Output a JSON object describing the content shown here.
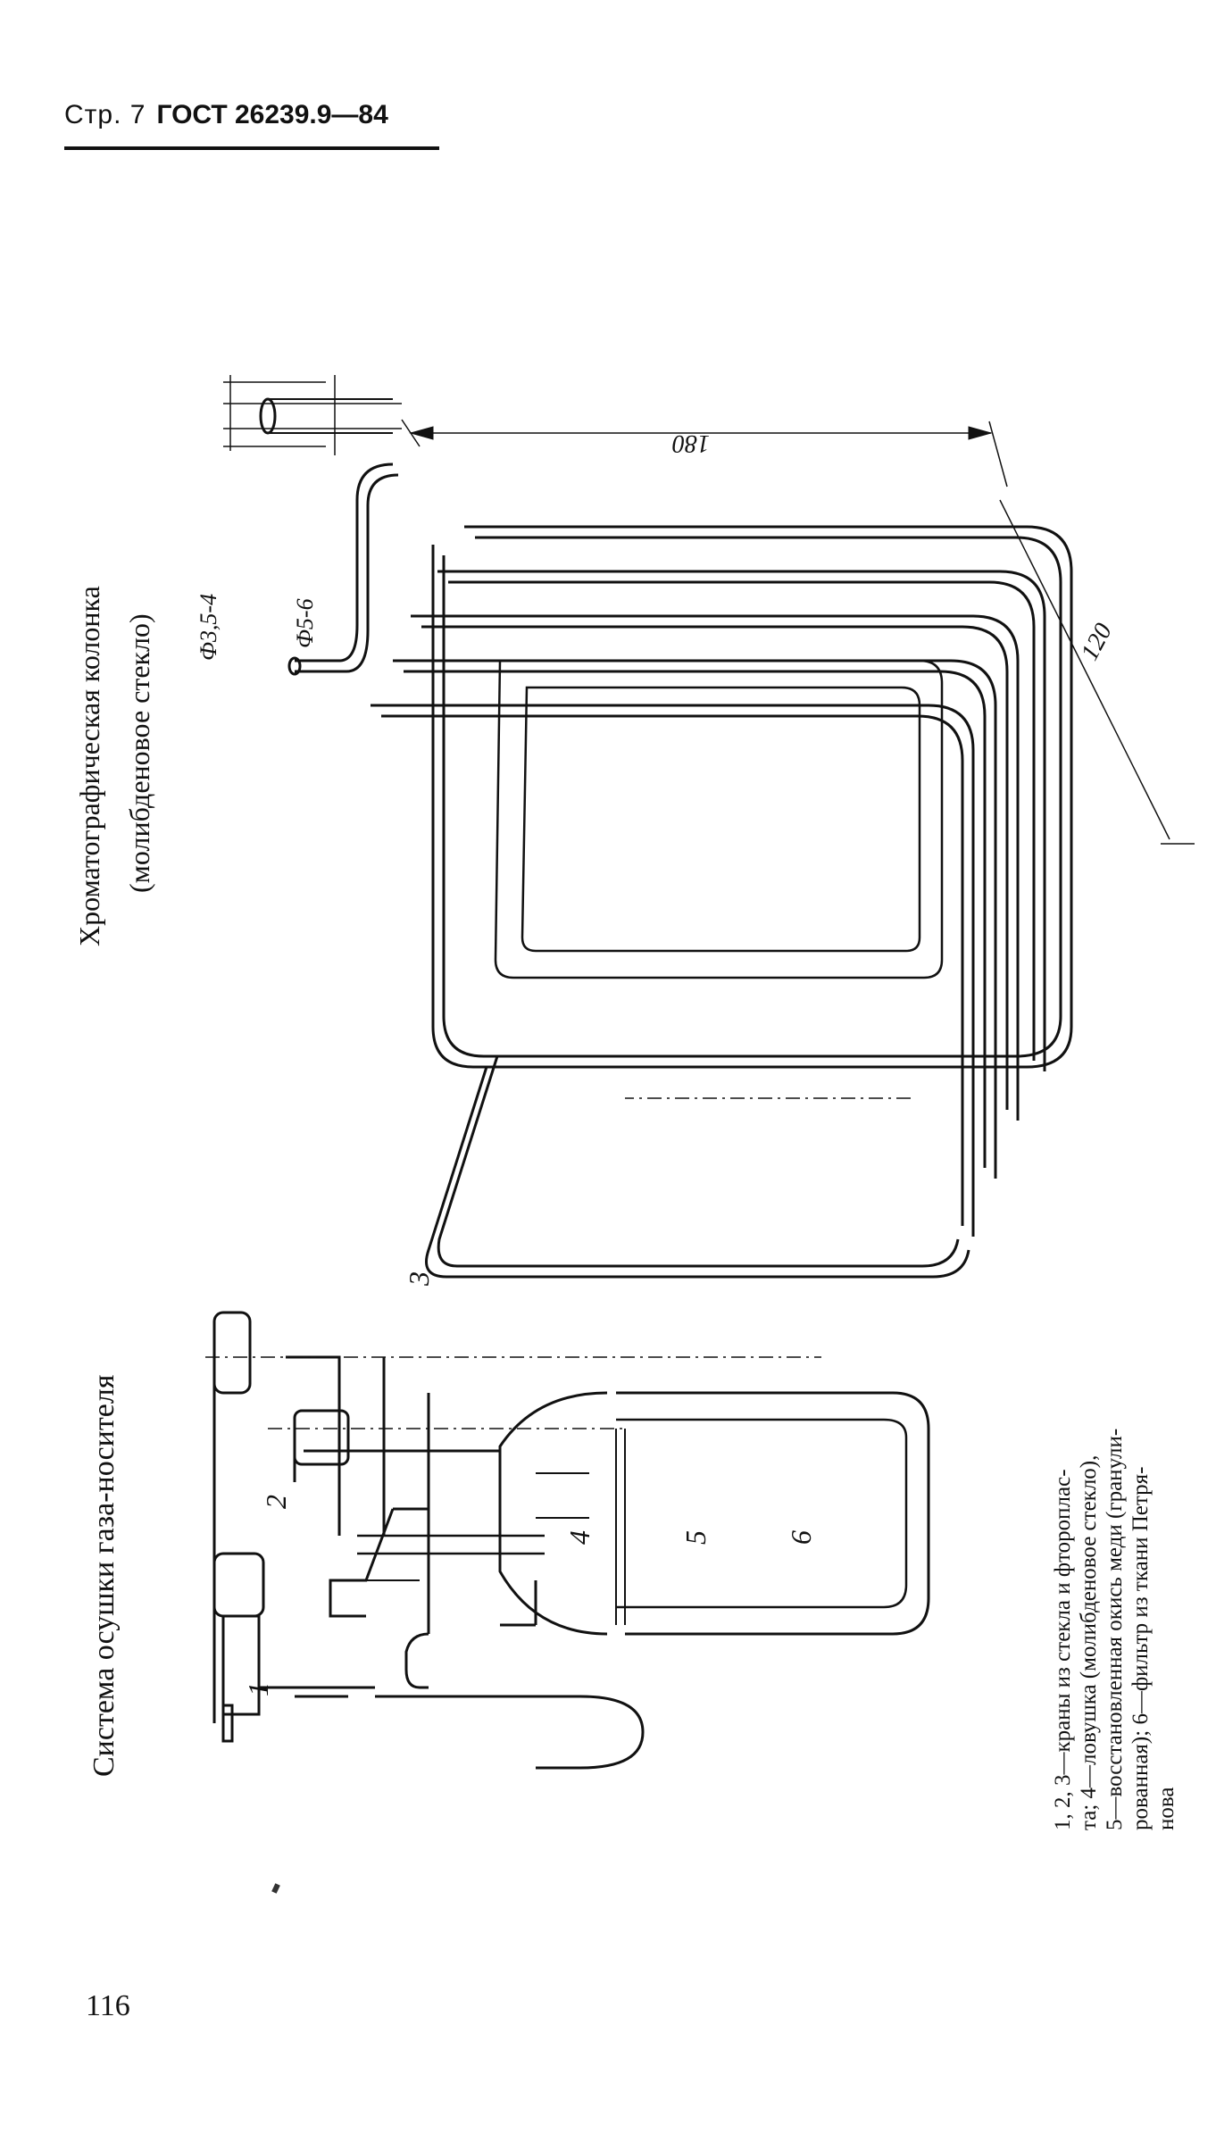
{
  "header": {
    "page_label": "Стр. 7",
    "standard": "ГОСТ 26239.9—84"
  },
  "left_figure": {
    "title": "Система осушки газа-носителя",
    "callouts": [
      "1",
      "2",
      "3",
      "4",
      "5",
      "6"
    ],
    "caption_lines": [
      "1, 2, 3—краны из стекла и фтороплас-",
      "та; 4—ловушка (молибденовое стекло),",
      "5—восстановленная окись меди (гранули-",
      "рованная); 6—фильтр из ткани Петря-",
      "нова"
    ]
  },
  "right_figure": {
    "title_line1": "Хроматографическая колонка",
    "title_line2": "(молибденовое стекло)",
    "dimensions": {
      "length": "180",
      "width": "120",
      "inner_diameter": "Ф3,5-4",
      "outer_diameter": "Ф5-6"
    }
  },
  "page_number": "116"
}
